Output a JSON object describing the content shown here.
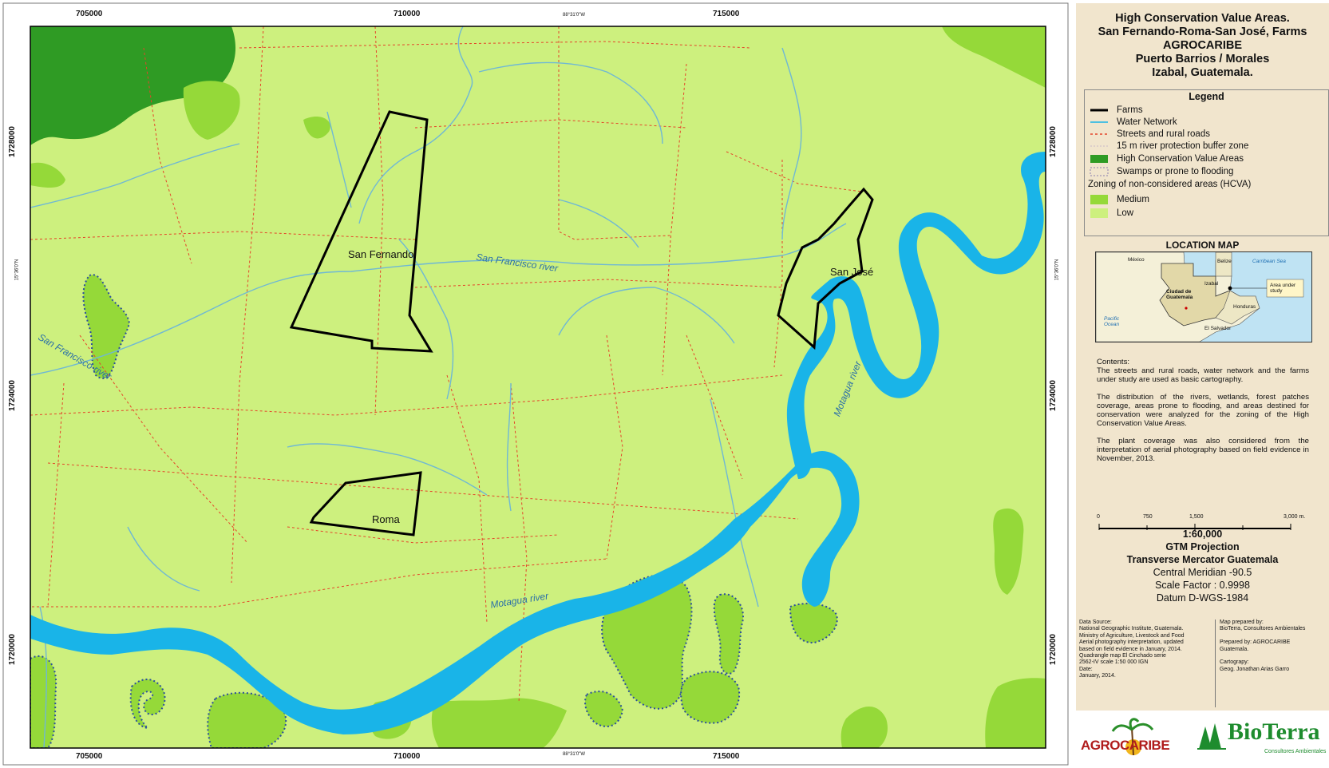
{
  "map": {
    "top_ticks": [
      "705000",
      "710000",
      "88°31'0\"W",
      "715000"
    ],
    "bottom_ticks": [
      "705000",
      "710000",
      "88°31'0\"W",
      "715000"
    ],
    "left_ticks": [
      "1728000",
      "15°36'0\"N",
      "1724000",
      "1720000"
    ],
    "right_ticks": [
      "1728000",
      "15°36'0\"N",
      "1724000",
      "1720000"
    ],
    "labels": {
      "farm_san_fernando": "San Fernando",
      "farm_san_jose": "San José",
      "farm_roma": "Roma",
      "river_san_francisco_1": "San Francisco river",
      "river_san_francisco_2": "San Francisco river",
      "river_motagua_1": "Motagua river",
      "river_motagua_2": "Motagua river"
    },
    "colors": {
      "low": "#cdf07e",
      "medium": "#95d939",
      "hcva": "#2f9b24",
      "river": "#19b4e8",
      "stream": "#6fb8d4",
      "road": "#e4452a",
      "farm": "#000000"
    }
  },
  "panel": {
    "title": [
      "High Conservation Value Areas.",
      "San Fernando-Roma-San José, Farms",
      "AGROCARIBE",
      "Puerto Barrios / Morales",
      "Izabal, Guatemala."
    ],
    "legend": {
      "title": "Legend",
      "items": [
        {
          "label": "Farms"
        },
        {
          "label": "Water Network"
        },
        {
          "label": "Streets and rural roads"
        },
        {
          "label": "15 m river protection buffer zone"
        },
        {
          "label": "High Conservation Value Areas"
        },
        {
          "label": "Swamps or prone to flooding"
        }
      ],
      "zoning_title": "Zoning of non-considered areas (HCVA)",
      "zoning": [
        {
          "label": "Medium"
        },
        {
          "label": "Low"
        }
      ]
    },
    "location_map": {
      "title": "LOCATION MAP",
      "labels": {
        "mexico": "México",
        "belize": "Belize",
        "carribean": "Carribean Sea",
        "izabal": "Izabal",
        "area": "Area under study",
        "ciudad": "Ciudad de Guatemala",
        "honduras": "Honduras",
        "pacific": "Pacific Ocean",
        "el_salvador": "El Salvador"
      }
    },
    "contents": {
      "heading": "Contents:",
      "paragraphs": [
        "The streets and rural roads, water network and the farms under study are used as basic cartography.",
        "The distribution of the rivers, wetlands, forest patches coverage, areas prone to flooding, and areas destined for conservation were analyzed for the zoning of the High Conservation Value Areas.",
        "The plant coverage was also considered from the interpretation of aerial photography based on field evidence in November, 2013."
      ]
    },
    "scale": {
      "ticks": [
        "0",
        "750",
        "1,500",
        "3,000 m."
      ],
      "ratio": "1:60,000"
    },
    "projection": {
      "title": "GTM Projection",
      "subtitle": "Transverse Mercator Guatemala",
      "meridian": "Central Meridian -90.5",
      "factor": "Scale Factor : 0.9998",
      "datum": "Datum D-WGS-1984"
    },
    "credits": {
      "left": "Data Source:\nNational Geographic Institute, Guatemala.\nMinistry of Agriculture, Livestock and Food\nAerial photography interpretation, updated\nbased on field evidence in January, 2014.\nQuadrangle map El Cinchado serie\n2562-IV scale 1:50 000 IGN\nDate:\nJanuary, 2014.",
      "right": "Map prepared by:\nBioTerra, Consultores Ambientales\n\nPrepared by: AGROCARIBE\nGuatemala.\n\nCartograpy:\nGeog. Jonathan Arias Garro"
    },
    "logos": {
      "agrocaribe": "AGROCARIBE",
      "bioterra": "BioTerra",
      "bioterra_sub": "Consultores Ambientales"
    }
  }
}
